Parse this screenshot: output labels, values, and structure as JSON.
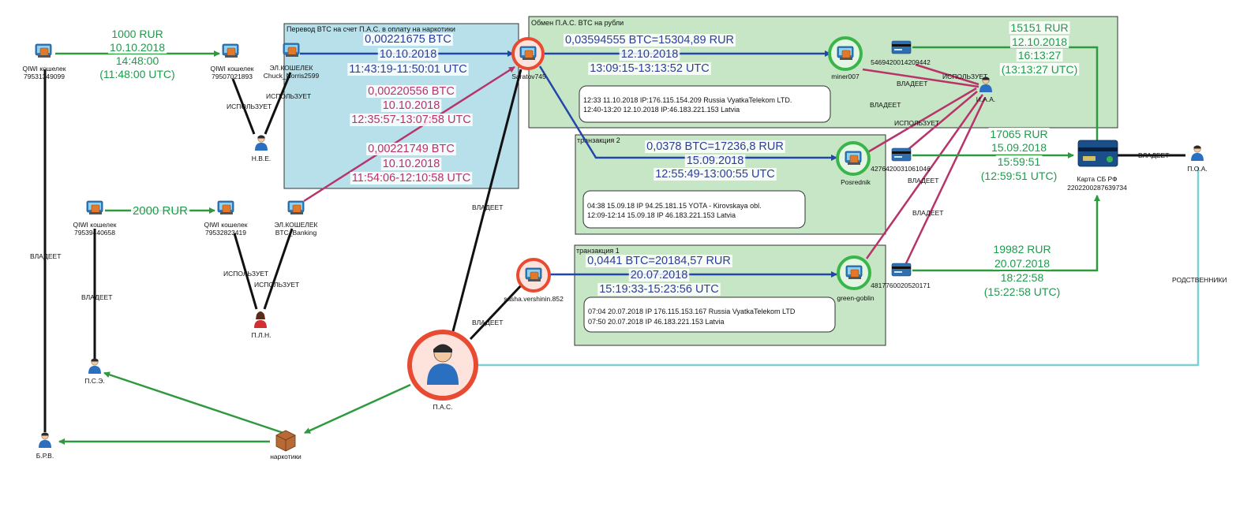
{
  "colors": {
    "green_arrow": "#2e9a3f",
    "blue_arrow": "#2347a8",
    "magenta_link": "#b8336a",
    "teal_link": "#7fcfd0",
    "box_blue": "#b7e0ea",
    "box_green": "#c6e6c6",
    "node_red": "#e84b32",
    "node_green": "#3ab54a"
  },
  "boxes": {
    "btc_transfer": "Перевод BTC на счет П.А.С. в оплату на наркотики",
    "exchange": "Обмен П.А.С. BTC на рубли",
    "tx2": "транзакция 2",
    "tx1": "транзакция 1"
  },
  "nodes": {
    "qiwi1": {
      "name": "QIWI кошелек",
      "id": "79531349099"
    },
    "qiwi2": {
      "name": "QIWI кошелек",
      "id": "79507021893"
    },
    "ewallet1": {
      "name": "ЭЛ.КОШЕЛЕК",
      "id": "Chuck_Norris2599"
    },
    "nve": "Н.В.Е.",
    "qiwi3": {
      "name": "QIWI кошелек",
      "id": "79539440658"
    },
    "qiwi4": {
      "name": "QIWI кошелек",
      "id": "79532823419"
    },
    "ewallet2": {
      "name": "ЭЛ.КОШЕЛЕК",
      "id": "BTC_Banking"
    },
    "pln": "П.Л.Н.",
    "pse": "П.С.Э.",
    "brv": "Б.Р.В.",
    "drugs": "наркотики",
    "pas": "П.А.С.",
    "saratov": "Saratov745",
    "sasha": "sasha.vershinin.852",
    "miner": "miner007",
    "posrednik": "Posrednik",
    "goblin": "green-goblin",
    "card1": "5469420014209442",
    "card2": "4276420031061046",
    "card3": "4817760020520171",
    "iaa": "И.А.А.",
    "sbcard": {
      "name": "Карта СБ РФ",
      "id": "2202200287639734"
    },
    "poa": "П.О.А."
  },
  "relations": {
    "owns": "ВЛАДЕЕТ",
    "uses": "ИСПОЛЬЗУЕТ",
    "relatives": "РОДСТВЕННИКИ"
  },
  "transfers": {
    "qiwi_1000": [
      "1000 RUR",
      "10.10.2018",
      "14:48:00",
      "(11:48:00 UTC)"
    ],
    "qiwi_2000": "2000 RUR",
    "btc1": [
      "0,00221675 BTC",
      "10.10.2018",
      "11:43:19-11:50:01 UTC"
    ],
    "btc2": [
      "0,00220556 BTC",
      "10.10.2018",
      "12:35:57-13:07:58 UTC"
    ],
    "btc3": [
      "0,00221749 BTC",
      "10.10.2018",
      "11:54:06-12:10:58  UTC"
    ],
    "ex_miner": [
      "0,03594555 BTC=15304,89 RUR",
      "12.10.2018",
      "13:09:15-13:13:52 UTC"
    ],
    "ex_posrednik": [
      "0,0378 BTC=17236,8 RUR",
      "15.09.2018",
      "12:55:49-13:00:55 UTC"
    ],
    "ex_goblin": [
      "0,0441 BTC=20184,57 RUR",
      "20.07.2018",
      "15:19:33-15:23:56 UTC"
    ],
    "rur_15151": [
      "15151 RUR",
      "12.10.2018",
      "16:13:27",
      "(13:13:27 UTC)"
    ],
    "rur_17065": [
      "17065 RUR",
      "15.09.2018",
      "15:59:51",
      "(12:59:51 UTC)"
    ],
    "rur_19982": [
      "19982 RUR",
      "20.07.2018",
      "18:22:58",
      "(15:22:58 UTC)"
    ]
  },
  "ip_logs": {
    "miner": [
      "12:33 11.10.2018 IP:176.115.154.209 Russia VyatkaTelekom LTD.",
      "12:40-13:20 12.10.2018 IP:46.183.221.153 Latvia"
    ],
    "posrednik": [
      "04:38 15.09.18 IP 94.25.181.15 YOTA - Kirovskaya obl.",
      "12:09-12:14 15.09.18 IP 46.183.221.153 Latvia"
    ],
    "goblin": [
      "07:04 20.07.2018 IP 176.115.153.167 Russia VyatkaTelekom LTD",
      "07:50 20.07.2018 IP 46.183.221.153 Latvia"
    ]
  }
}
